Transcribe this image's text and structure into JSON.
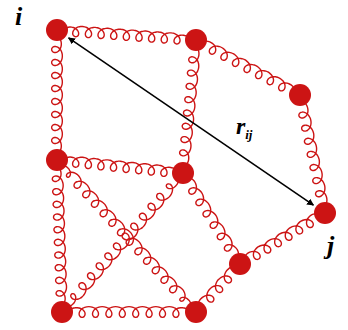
{
  "diagram": {
    "nodes": [
      {
        "text": [
          "i"
        ]
      },
      {
        "text": [
          "j"
        ]
      }
    ],
    "edges": [
      {
        "from": 0,
        "to": 1,
        "arrow": "both",
        "label": "rij"
      }
    ]
  }
}
